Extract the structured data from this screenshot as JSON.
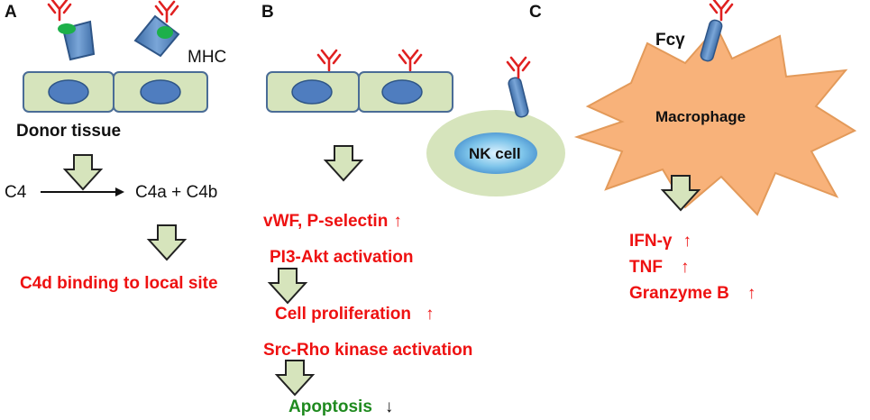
{
  "panels": {
    "a": "A",
    "b": "B",
    "c": "C"
  },
  "panel_a": {
    "mhc_label": "MHC",
    "tissue_label": "Donor tissue",
    "reaction_left": "C4",
    "reaction_right": "C4a + C4b",
    "result": "C4d binding to local site"
  },
  "panel_b": {
    "step1": "vWF, P-selectin",
    "step1_arrow": "↑",
    "step2": "PI3-Akt  activation",
    "step3": "Cell proliferation",
    "step3_arrow": "↑",
    "step4": "Src-Rho kinase activation",
    "step5": "Apoptosis",
    "step5_arrow": "↓"
  },
  "panel_c": {
    "fc_label": "Fcγ",
    "nk_label": "NK cell",
    "macrophage_label": "Macrophage",
    "ifn": "IFN-γ",
    "ifn_arrow": "↑",
    "tnf": "TNF",
    "tnf_arrow": "↑",
    "granzyme": "Granzyme B",
    "granzyme_arrow": "↑"
  },
  "colors": {
    "cell_fill": "#d6e4bc",
    "cell_stroke": "#4a6c96",
    "nucleus": "#4f7dbf",
    "antibody": "#e02020",
    "receptor": "#5b87c2",
    "antigen": "#1db04a",
    "arrow_fill": "#d6e4bc",
    "macrophage": "#f8b27a",
    "nk_outer": "#d6e4bc",
    "increase_text": "#ee1111",
    "decrease_text": "#1f8a1f"
  },
  "icons": [
    "antibody-icon",
    "mhc-receptor-icon",
    "fc-receptor-icon",
    "down-block-arrow-icon"
  ]
}
